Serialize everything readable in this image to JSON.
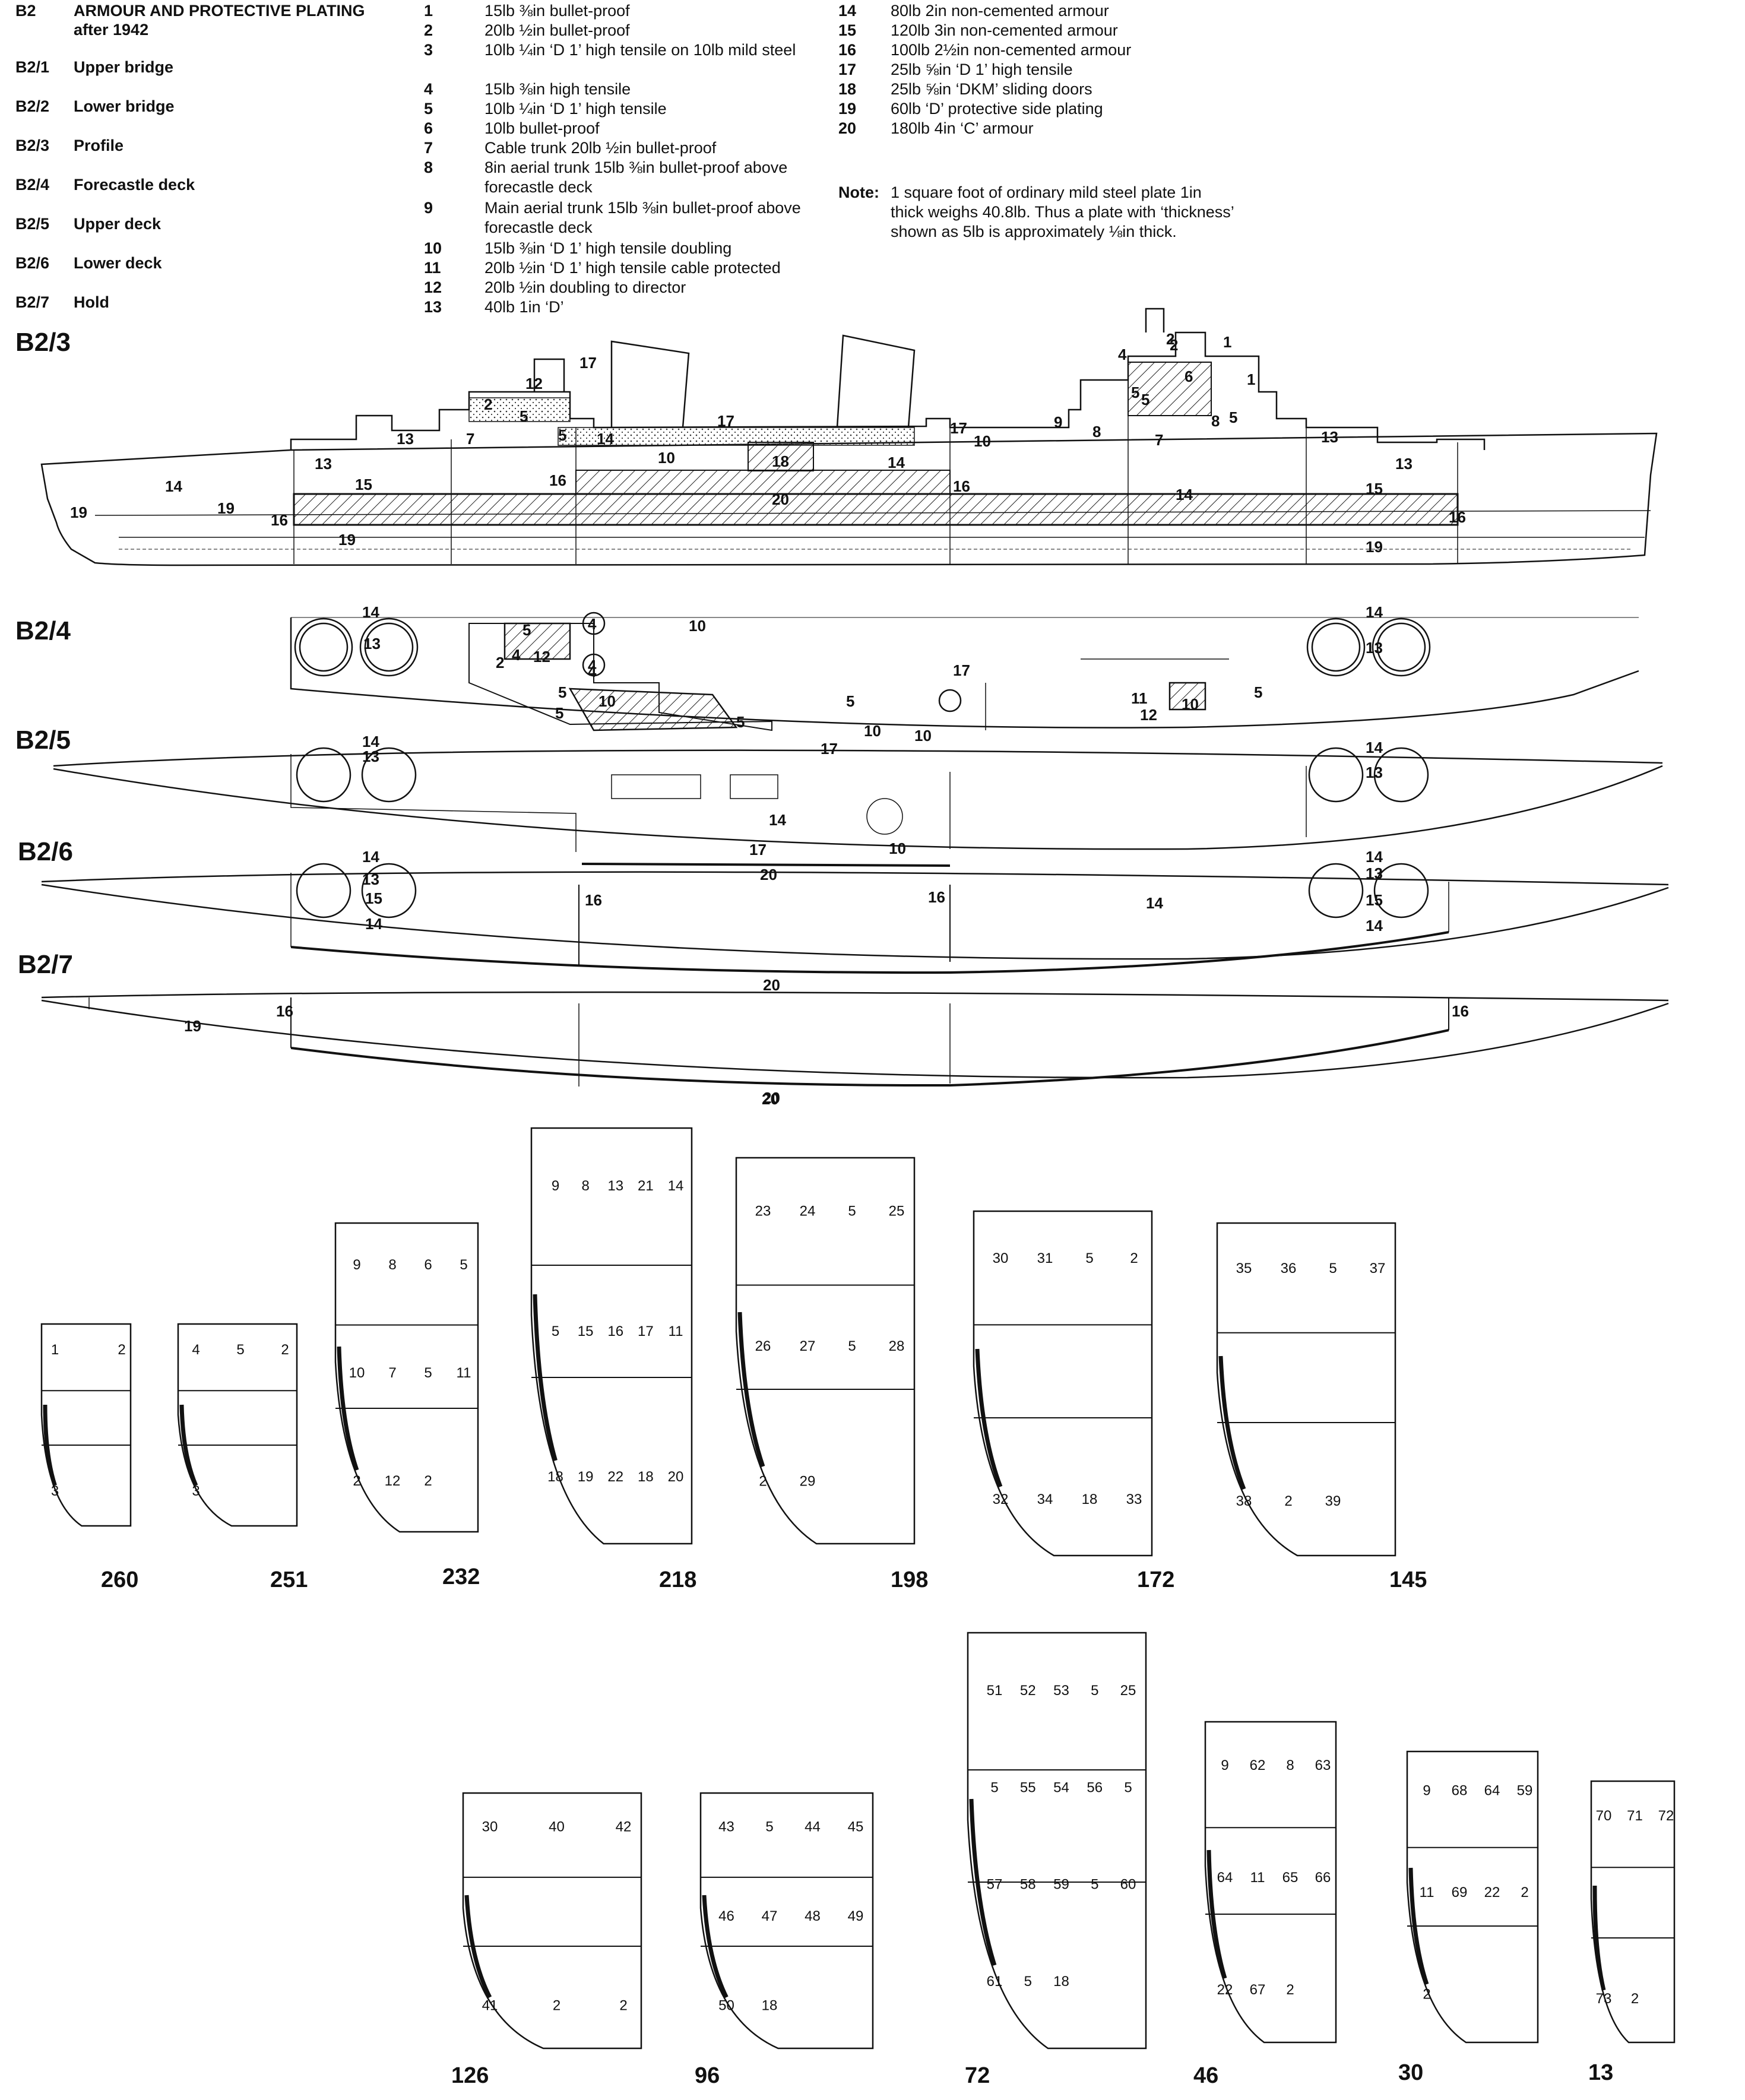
{
  "header": {
    "code": "B2",
    "title": "ARMOUR AND PROTECTIVE PLATING",
    "subtitle": "after 1942"
  },
  "views_index": [
    {
      "code": "B2/1",
      "name": "Upper bridge"
    },
    {
      "code": "B2/2",
      "name": "Lower bridge"
    },
    {
      "code": "B2/3",
      "name": "Profile"
    },
    {
      "code": "B2/4",
      "name": "Forecastle deck"
    },
    {
      "code": "B2/5",
      "name": "Upper deck"
    },
    {
      "code": "B2/6",
      "name": "Lower deck"
    },
    {
      "code": "B2/7",
      "name": "Hold"
    }
  ],
  "key_left": [
    {
      "n": "1",
      "text": "15lb ⅜in bullet-proof"
    },
    {
      "n": "2",
      "text": "20lb ½in bullet-proof"
    },
    {
      "n": "3",
      "text": "10lb ¼in ‘D 1’ high tensile on 10lb mild steel"
    },
    {
      "n": "4",
      "text": "15lb ⅜in high tensile"
    },
    {
      "n": "5",
      "text": "10lb ¼in ‘D 1’ high tensile"
    },
    {
      "n": "6",
      "text": "10lb bullet-proof"
    },
    {
      "n": "7",
      "text": "Cable trunk 20lb ½in bullet-proof"
    },
    {
      "n": "8",
      "text": "8in aerial trunk 15lb ⅜in bullet-proof above forecastle deck"
    },
    {
      "n": "9",
      "text": "Main aerial trunk 15lb ⅜in bullet-proof above forecastle deck"
    },
    {
      "n": "10",
      "text": "15lb ⅜in ‘D 1’ high tensile doubling"
    },
    {
      "n": "11",
      "text": "20lb ½in ‘D 1’ high tensile cable protected"
    },
    {
      "n": "12",
      "text": "20lb ½in doubling to director"
    },
    {
      "n": "13",
      "text": "40lb 1in ‘D’"
    }
  ],
  "key_right": [
    {
      "n": "14",
      "text": "80lb 2in non-cemented armour"
    },
    {
      "n": "15",
      "text": "120lb 3in non-cemented armour"
    },
    {
      "n": "16",
      "text": "100lb 2½in non-cemented armour"
    },
    {
      "n": "17",
      "text": "25lb ⅝in ‘D 1’ high tensile"
    },
    {
      "n": "18",
      "text": "25lb ⅝in ‘DKM’ sliding doors"
    },
    {
      "n": "19",
      "text": "60lb ‘D’ protective side plating"
    },
    {
      "n": "20",
      "text": "180lb 4in ‘C’ armour"
    }
  ],
  "note": {
    "label": "Note:",
    "text": "1 square foot of ordinary mild steel plate 1in thick weighs 40.8lb. Thus a plate with ‘thickness’ shown as 5lb is approximately ⅛in thick."
  },
  "view_labels": {
    "profile": "B2/3",
    "forecastle": "B2/4",
    "upper": "B2/5",
    "lower": "B2/6",
    "hold": "B2/7"
  },
  "profile_callouts": [
    "19",
    "14",
    "19",
    "16",
    "19",
    "13",
    "15",
    "13",
    "7",
    "12",
    "17",
    "2",
    "5",
    "5",
    "14",
    "16",
    "10",
    "17",
    "18",
    "14",
    "20",
    "16",
    "17",
    "10",
    "9",
    "8",
    "7",
    "5",
    "4",
    "2",
    "1",
    "2",
    "6",
    "5",
    "8",
    "5",
    "1",
    "13",
    "13",
    "14",
    "15",
    "16",
    "19"
  ],
  "forecastle_callouts": [
    "14",
    "13",
    "5",
    "4",
    "4",
    "2",
    "4",
    "12",
    "4",
    "5",
    "5",
    "10",
    "10",
    "17",
    "5",
    "10",
    "17",
    "10",
    "5",
    "11",
    "12",
    "10",
    "5",
    "14",
    "13"
  ],
  "upper_callouts": [
    "14",
    "13",
    "14",
    "17",
    "10",
    "20",
    "14",
    "13"
  ],
  "lower_callouts": [
    "14",
    "13",
    "15",
    "14",
    "16",
    "16",
    "14",
    "20",
    "14",
    "13",
    "15",
    "14"
  ],
  "hold_callouts": [
    "16",
    "19",
    "20",
    "16",
    "20"
  ],
  "sections_row1": [
    {
      "frame": "260",
      "compartments": [
        "1",
        "2",
        "3"
      ]
    },
    {
      "frame": "251",
      "compartments": [
        "4",
        "5",
        "2",
        "3"
      ]
    },
    {
      "frame": "232",
      "compartments": [
        "9",
        "8",
        "6",
        "5",
        "10",
        "7",
        "5",
        "11",
        "2",
        "12",
        "2"
      ]
    },
    {
      "frame": "218",
      "compartments": [
        "9",
        "8",
        "13",
        "21",
        "14",
        "5",
        "15",
        "16",
        "17",
        "11",
        "18",
        "19",
        "22",
        "18",
        "20"
      ]
    },
    {
      "frame": "198",
      "compartments": [
        "23",
        "24",
        "5",
        "25",
        "26",
        "27",
        "5",
        "28",
        "2",
        "29"
      ]
    },
    {
      "frame": "172",
      "compartments": [
        "30",
        "31",
        "5",
        "2",
        "32",
        "34",
        "18",
        "33"
      ]
    },
    {
      "frame": "145",
      "compartments": [
        "35",
        "36",
        "5",
        "37",
        "38",
        "2",
        "39"
      ]
    }
  ],
  "sections_row2": [
    {
      "frame": "126",
      "compartments": [
        "30",
        "40",
        "42",
        "41",
        "2",
        "2"
      ]
    },
    {
      "frame": "96",
      "compartments": [
        "43",
        "5",
        "44",
        "45",
        "46",
        "47",
        "48",
        "49",
        "50",
        "18"
      ]
    },
    {
      "frame": "72",
      "compartments": [
        "51",
        "52",
        "53",
        "5",
        "25",
        "5",
        "55",
        "54",
        "56",
        "5",
        "57",
        "58",
        "59",
        "5",
        "60",
        "61",
        "5",
        "18"
      ]
    },
    {
      "frame": "46",
      "compartments": [
        "9",
        "62",
        "8",
        "63",
        "64",
        "11",
        "65",
        "66",
        "22",
        "67",
        "2"
      ]
    },
    {
      "frame": "30",
      "compartments": [
        "9",
        "68",
        "64",
        "59",
        "11",
        "69",
        "22",
        "2",
        "2"
      ]
    },
    {
      "frame": "13",
      "compartments": [
        "70",
        "71",
        "72",
        "73",
        "2"
      ]
    }
  ]
}
